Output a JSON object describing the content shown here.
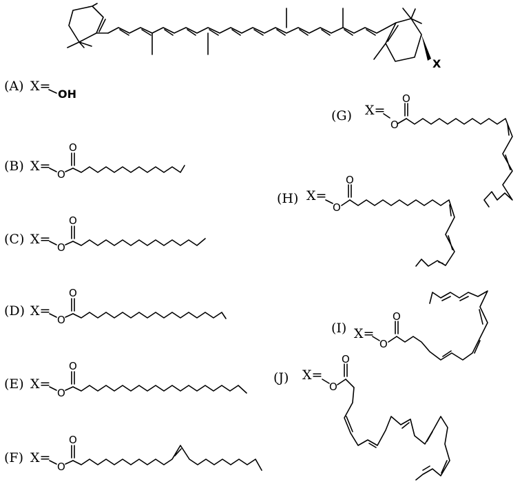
{
  "core": {
    "substituent_label": "X"
  },
  "compounds": [
    {
      "id": "A",
      "label": "(A)",
      "prefix": "X=",
      "group": "OH"
    },
    {
      "id": "B",
      "label": "(B)",
      "prefix": "X=",
      "ester_o": "O",
      "carbonyl_o": "O"
    },
    {
      "id": "C",
      "label": "(C)",
      "prefix": "X=",
      "ester_o": "O",
      "carbonyl_o": "O"
    },
    {
      "id": "D",
      "label": "(D)",
      "prefix": "X=",
      "ester_o": "O",
      "carbonyl_o": "O"
    },
    {
      "id": "E",
      "label": "(E)",
      "prefix": "X=",
      "ester_o": "O",
      "carbonyl_o": "O"
    },
    {
      "id": "F",
      "label": "(F)",
      "prefix": "X=",
      "ester_o": "O",
      "carbonyl_o": "O"
    },
    {
      "id": "G",
      "label": "(G)",
      "prefix": "X=",
      "ester_o": "O",
      "carbonyl_o": "O"
    },
    {
      "id": "H",
      "label": "(H)",
      "prefix": "X=",
      "ester_o": "O",
      "carbonyl_o": "O"
    },
    {
      "id": "I",
      "label": "(I)",
      "prefix": "X=",
      "ester_o": "O",
      "carbonyl_o": "O"
    },
    {
      "id": "J",
      "label": "(J)",
      "prefix": "X=",
      "ester_o": "O",
      "carbonyl_o": "O"
    }
  ]
}
